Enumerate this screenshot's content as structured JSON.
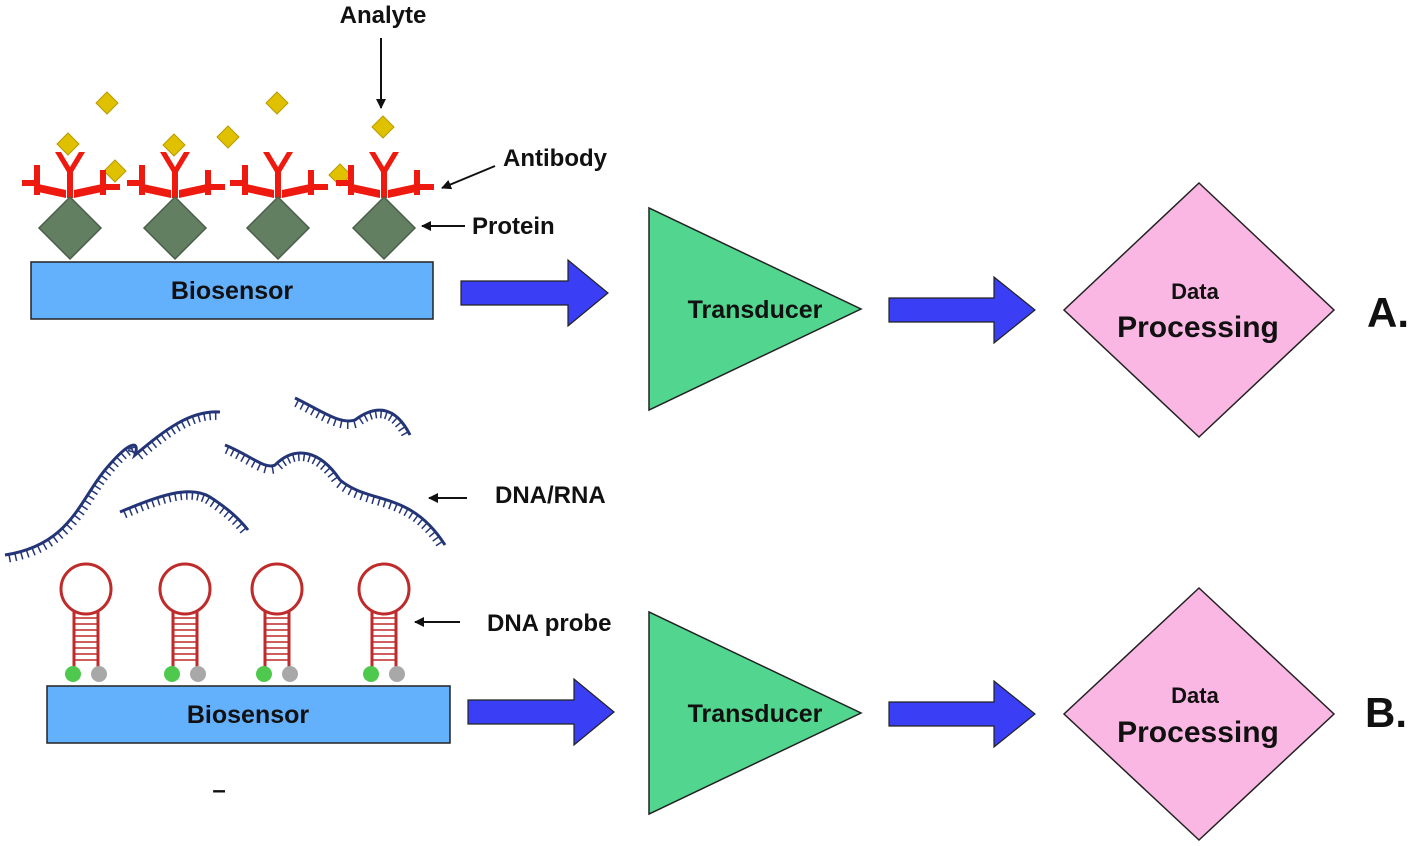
{
  "panelA": {
    "analyte_label": "Analyte",
    "antibody_label": "Antibody",
    "protein_label": "Protein",
    "biosensor_label": "Biosensor",
    "transducer_label": "Transducer",
    "data_label": "Data",
    "processing_label": "Processing",
    "panel_letter": "A."
  },
  "panelB": {
    "dna_rna_label": "DNA/RNA",
    "dna_probe_label": "DNA probe",
    "biosensor_label": "Biosensor",
    "transducer_label": "Transducer",
    "data_label": "Data",
    "processing_label": "Processing",
    "panel_letter": "B.",
    "stray_mark": "–"
  },
  "colors": {
    "biosensor_fill": "#63b0fd",
    "transducer_fill": "#52d58e",
    "processing_fill": "#fbb7e3",
    "arrow_fill": "#3a3ef5",
    "antibody": "#ee1a0f",
    "protein": "#627f61",
    "analyte": "#e0c100",
    "dna_strand": "#233577",
    "probe": "#bf2a2a",
    "probe_dot_green": "#4ec94e",
    "probe_dot_gray": "#a8a8a8"
  }
}
